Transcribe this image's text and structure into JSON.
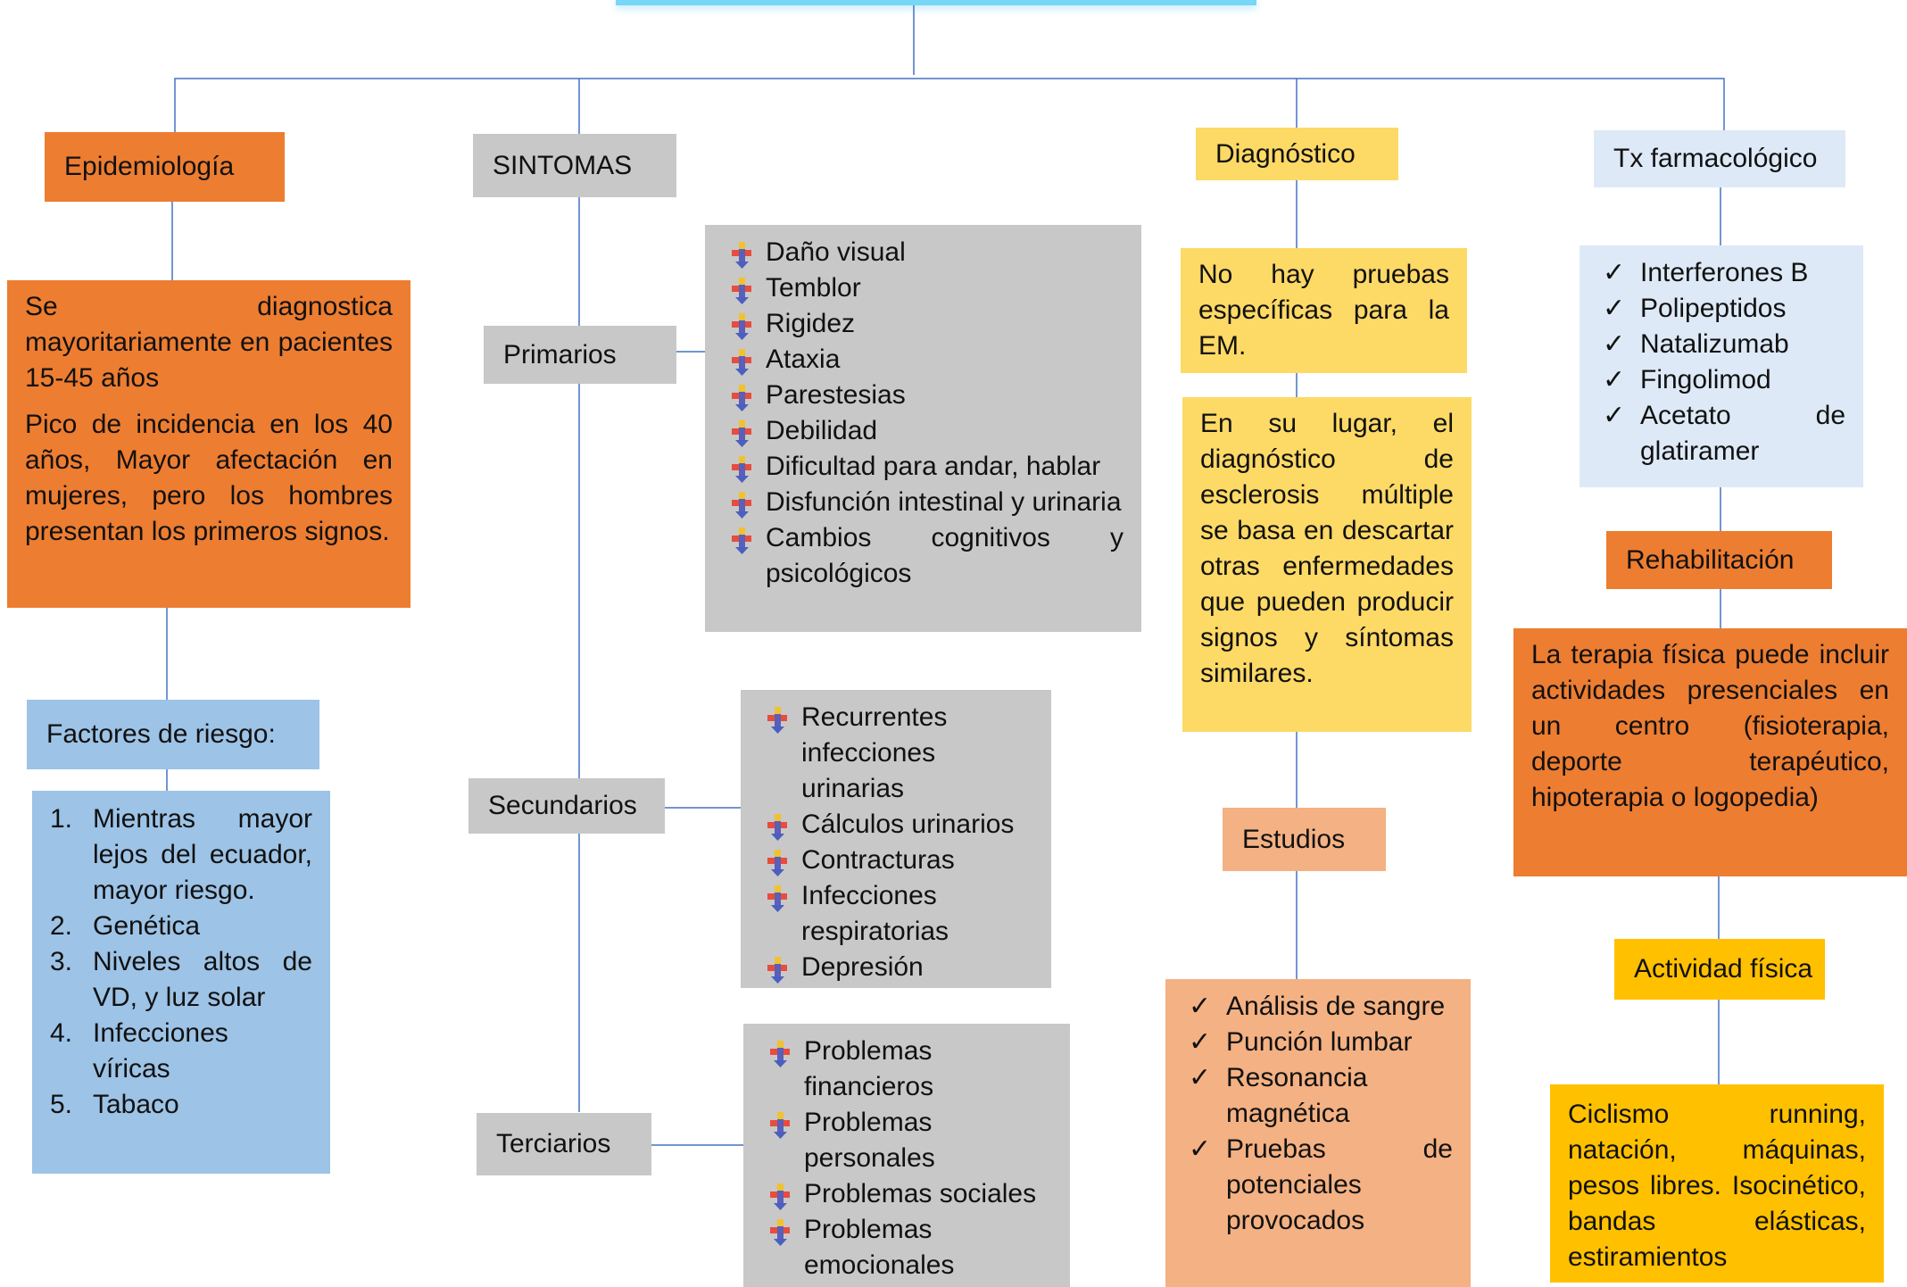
{
  "nodes": {
    "epidemiologia": {
      "title": "Epidemiología",
      "text": [
        "Se diagnostica mayoritariamente en pacientes 15-45 años",
        "Pico de incidencia en los 40 años, Mayor afectación en mujeres, pero los hombres presentan los primeros signos."
      ],
      "factores_title": "Factores de riesgo:",
      "factores": [
        "Mientras mayor lejos del ecuador, mayor riesgo.",
        "Genética",
        "Niveles altos de VD, y luz solar",
        "Infecciones víricas",
        "Tabaco"
      ]
    },
    "sintomas": {
      "title": "SINTOMAS",
      "primarios": {
        "label": "Primarios",
        "items": [
          "Daño visual",
          "Temblor",
          "Rigidez",
          "Ataxia",
          "Parestesias",
          "Debilidad",
          "Dificultad para andar, hablar",
          "Disfunción intestinal y urinaria",
          "Cambios cognitivos y psicológicos"
        ]
      },
      "secundarios": {
        "label": "Secundarios",
        "items": [
          "Recurrentes infecciones urinarias",
          "Cálculos urinarios",
          "Contracturas",
          "Infecciones respiratorias",
          "Depresión"
        ]
      },
      "terciarios": {
        "label": "Terciarios",
        "items": [
          "Problemas financieros",
          "Problemas personales",
          "Problemas sociales",
          "Problemas emocionales"
        ]
      }
    },
    "diagnostico": {
      "title": "Diagnóstico",
      "no_pruebas": "No hay pruebas específicas para la EM.",
      "en_su_lugar": "En su lugar, el diagnóstico de esclerosis múltiple se basa en descartar otras enfermedades que pueden producir signos y síntomas similares.",
      "estudios_title": "Estudios",
      "estudios": [
        "Análisis de sangre",
        "Punción lumbar",
        "Resonancia magnética",
        "Pruebas de potenciales provocados"
      ]
    },
    "tratamiento": {
      "title": "Tx farmacológico",
      "farmacos": [
        "Interferones B",
        "Polipeptidos",
        "Natalizumab",
        "Fingolimod",
        "Acetato de glatiramer"
      ],
      "rehab_title": "Rehabilitación",
      "rehab_text": "La terapia física puede incluir actividades presenciales en un centro (fisioterapia, deporte terapéutico, hipoterapia o logopedia)",
      "actividad_title": "Actividad física",
      "actividad_text": "Ciclismo running, natación, máquinas, pesos libres. Isocinético, bandas elásticas, estiramientos"
    }
  },
  "icons": {
    "bullet": "arrow-cross-bullet-icon",
    "check": "checkmark-icon"
  },
  "colors": {
    "orange": "#ed7d31",
    "gray": "#c8c8c8",
    "light_yellow": "#fdd966",
    "light_blue": "#dde9f6",
    "blue": "#9dc3e6",
    "peach": "#f4b183",
    "gold": "#ffc000",
    "line": "#4472c4"
  }
}
